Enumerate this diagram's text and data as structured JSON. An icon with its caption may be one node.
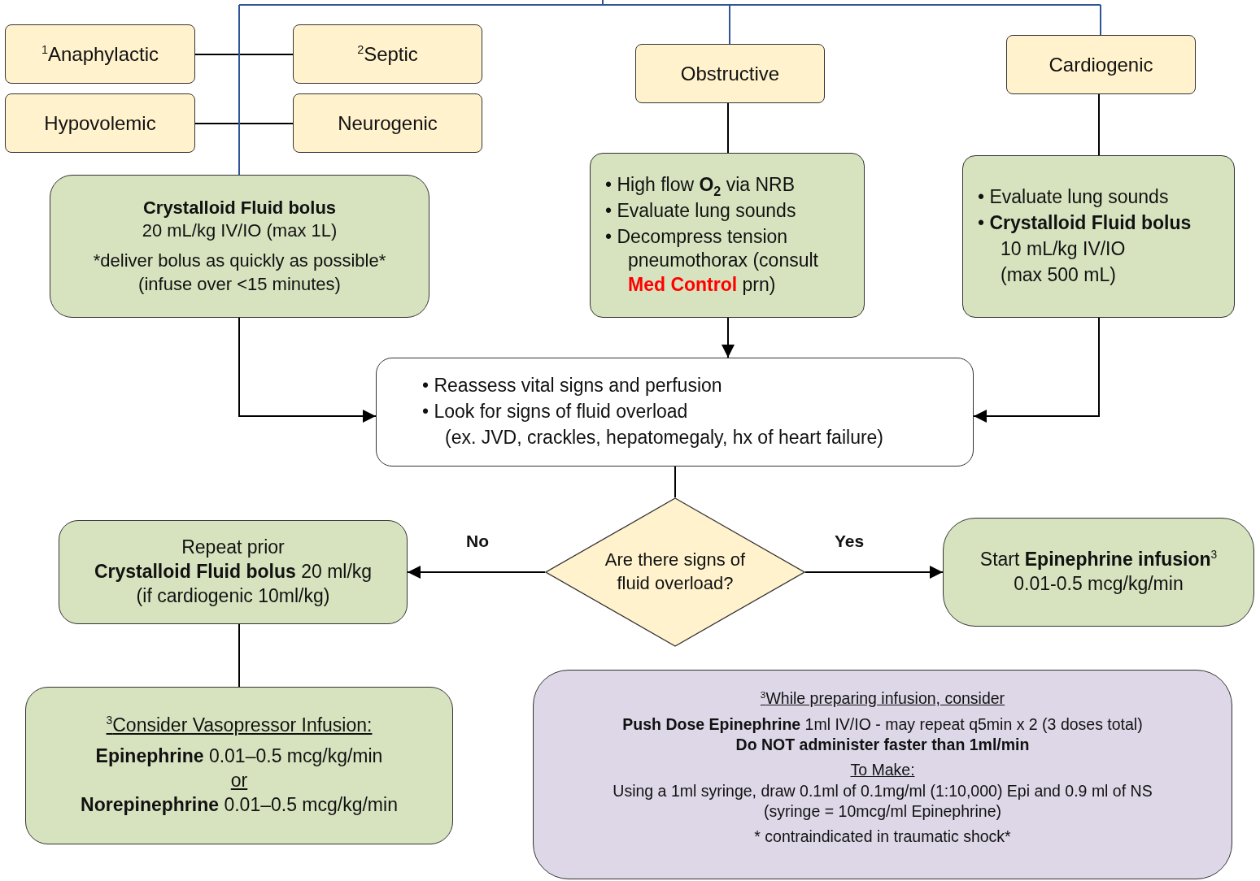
{
  "diagram": {
    "nodes": [
      {
        "text": [
          "$^{1}$Anaphylactic"
        ]
      },
      {
        "text": [
          "$^{2}$Septic"
        ]
      },
      {
        "text": [
          "Obstructive"
        ]
      },
      {
        "text": [
          "Cardiogenic"
        ]
      },
      {
        "text": [
          "Hypovolemic"
        ]
      },
      {
        "text": [
          "Neurogenic"
        ]
      },
      {
        "text": [
          "Crystalloid Fluid bolus",
          "20 mL/kg IV/IO (max 1L)",
          "*deliver bolus as quickly as possible*",
          "(infuse over <15 minutes)"
        ]
      },
      {
        "text": [
          "• High flow **O$_{2}$** via NRB",
          "• Evaluate lung sounds",
          "• Decompress tension pneumothorax (consult **Med Control** prn)"
        ]
      },
      {
        "text": [
          "• Evaluate lung sounds",
          "• **Crystalloid Fluid bolus**",
          "10 mL/kg IV/IO",
          "(max 500 mL)"
        ]
      },
      {
        "text": [
          "• Reassess vital signs and perfusion",
          "• Look for signs of fluid overload",
          "(ex. JVD, crackles, hepatomegaly, hx of heart failure)"
        ]
      },
      {
        "text": [
          "Are there signs of fluid overload?"
        ]
      },
      {
        "text": [
          "Repeat prior",
          "**Crystalloid Fluid bolus** 20 ml/kg",
          "(if cardiogenic 10ml/kg)"
        ]
      },
      {
        "text": [
          "Start **Epinephrine infusion**$^{3}$",
          "0.01-0.5 mcg/kg/min"
        ]
      },
      {
        "text": [
          "$^{3}$Consider Vasopressor Infusion:",
          "**Epinephrine** 0.01–0.5 mcg/kg/min",
          "or",
          "**Norepinephrine** 0.01–0.5 mcg/kg/min"
        ]
      },
      {
        "text": [
          "$^{3}$While preparing infusion, consider",
          "**Push Dose Epinephrine** 1ml IV/IO - may repeat q5min x 2 (3 doses total)",
          "Do NOT administer faster than 1ml/min",
          "To Make:",
          "Using a 1ml syringe, draw 0.1ml of 0.1mg/ml (1:10,000) Epi and 0.9 ml of NS",
          "(syringe = 10mcg/ml Epinephrine)",
          "* contraindicated in traumatic shock*"
        ]
      }
    ],
    "edges": [
      {
        "from": 0,
        "to": 1,
        "arrow": "none"
      },
      {
        "from": 4,
        "to": 5,
        "arrow": "none"
      },
      {
        "from": null,
        "to": 6,
        "arrow": "none",
        "color": "#2f5597"
      },
      {
        "from": null,
        "to": 2,
        "arrow": "none",
        "color": "#2f5597"
      },
      {
        "from": null,
        "to": 3,
        "arrow": "none",
        "color": "#2f5597"
      },
      {
        "from": 2,
        "to": 7,
        "arrow": "none"
      },
      {
        "from": 3,
        "to": 8,
        "arrow": "none"
      },
      {
        "from": 7,
        "to": 9,
        "arrow": "to"
      },
      {
        "from": 6,
        "to": 9,
        "arrow": "to"
      },
      {
        "from": 8,
        "to": 9,
        "arrow": "to"
      },
      {
        "from": 9,
        "to": 10,
        "arrow": "none"
      },
      {
        "from": 10,
        "to": 11,
        "arrow": "to",
        "label": "No"
      },
      {
        "from": 10,
        "to": 12,
        "arrow": "to",
        "label": "Yes"
      },
      {
        "from": 11,
        "to": 13,
        "arrow": "none"
      }
    ]
  }
}
